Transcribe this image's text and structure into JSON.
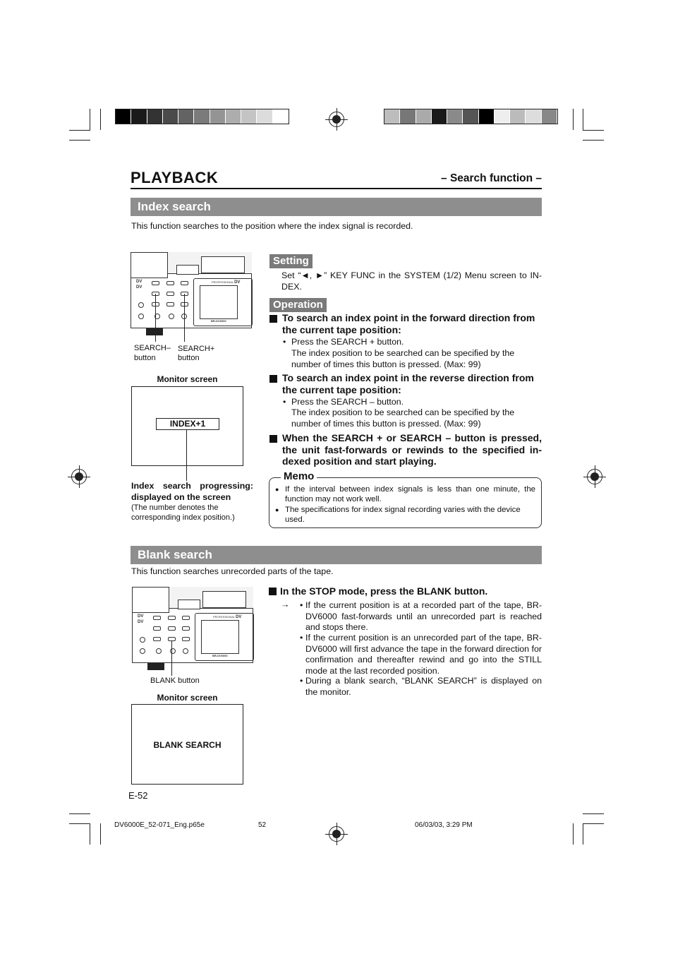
{
  "header": {
    "title": "PLAYBACK",
    "subtitle": "– Search function –"
  },
  "index_search": {
    "heading": "Index search",
    "intro": "This function searches to the position where the index signal is recorded.",
    "setting_tag": "Setting",
    "setting_text": "Set “◄, ►” KEY FUNC in the SYSTEM (1/2) Menu screen to IN-DEX.",
    "operation_tag": "Operation",
    "step1_title": "To search an index point in the forward direction from the current tape position:",
    "step1_bullet": "Press the SEARCH + button.",
    "step1_note": "The index position to be searched can be specified by the number of times this button is pressed. (Max: 99)",
    "step2_title": "To search an index point in the reverse direction from the current tape position:",
    "step2_bullet": "Press the SEARCH – button.",
    "step2_note": "The index position to be searched can be specified by the number of times this button is pressed. (Max: 99)",
    "step3_title": "When the SEARCH + or SEARCH – button is pressed, the unit fast-forwards or rewinds to the specified in-dexed position and start playing.",
    "label_search_minus": "SEARCH–",
    "label_search_minus_2": "button",
    "label_search_plus": "SEARCH+",
    "label_search_plus_2": "button",
    "monitor_label": "Monitor screen",
    "monitor_text": "INDEX+1",
    "caption_bold": "Index search progressing: displayed on the screen",
    "caption_note": "(The number denotes the corresponding index position.)",
    "memo_title": "Memo",
    "memo_items": [
      "If the interval between index signals is less than one minute, the function may not work well.",
      "The specifications for index signal recording varies with the device used."
    ]
  },
  "blank_search": {
    "heading": "Blank search",
    "intro": "This function searches unrecorded parts of the tape.",
    "step_title": "In the STOP mode, press the BLANK button.",
    "arrow": "→",
    "bullets": [
      "If the current position is at a recorded part of the tape, BR-DV6000 fast-forwards until an unrecorded part is reached and stops there.",
      "If the current position is an unrecorded part of the tape, BR-DV6000 will first advance the tape in the forward direction for confirmation and thereafter rewind and go into the STILL mode at the last recorded position.",
      "During a blank search, “BLANK SEARCH” is displayed on the monitor."
    ],
    "label_blank": "BLANK button",
    "monitor_label": "Monitor screen",
    "monitor_text": "BLANK SEARCH"
  },
  "footer": {
    "page_number": "E-52",
    "file": "DV6000E_52-071_Eng.p65e",
    "page": "52",
    "date": "06/03/03, 3:29 PM"
  },
  "colors": {
    "section_bar": "#8e8e8e",
    "tag": "#7a7a7a"
  }
}
